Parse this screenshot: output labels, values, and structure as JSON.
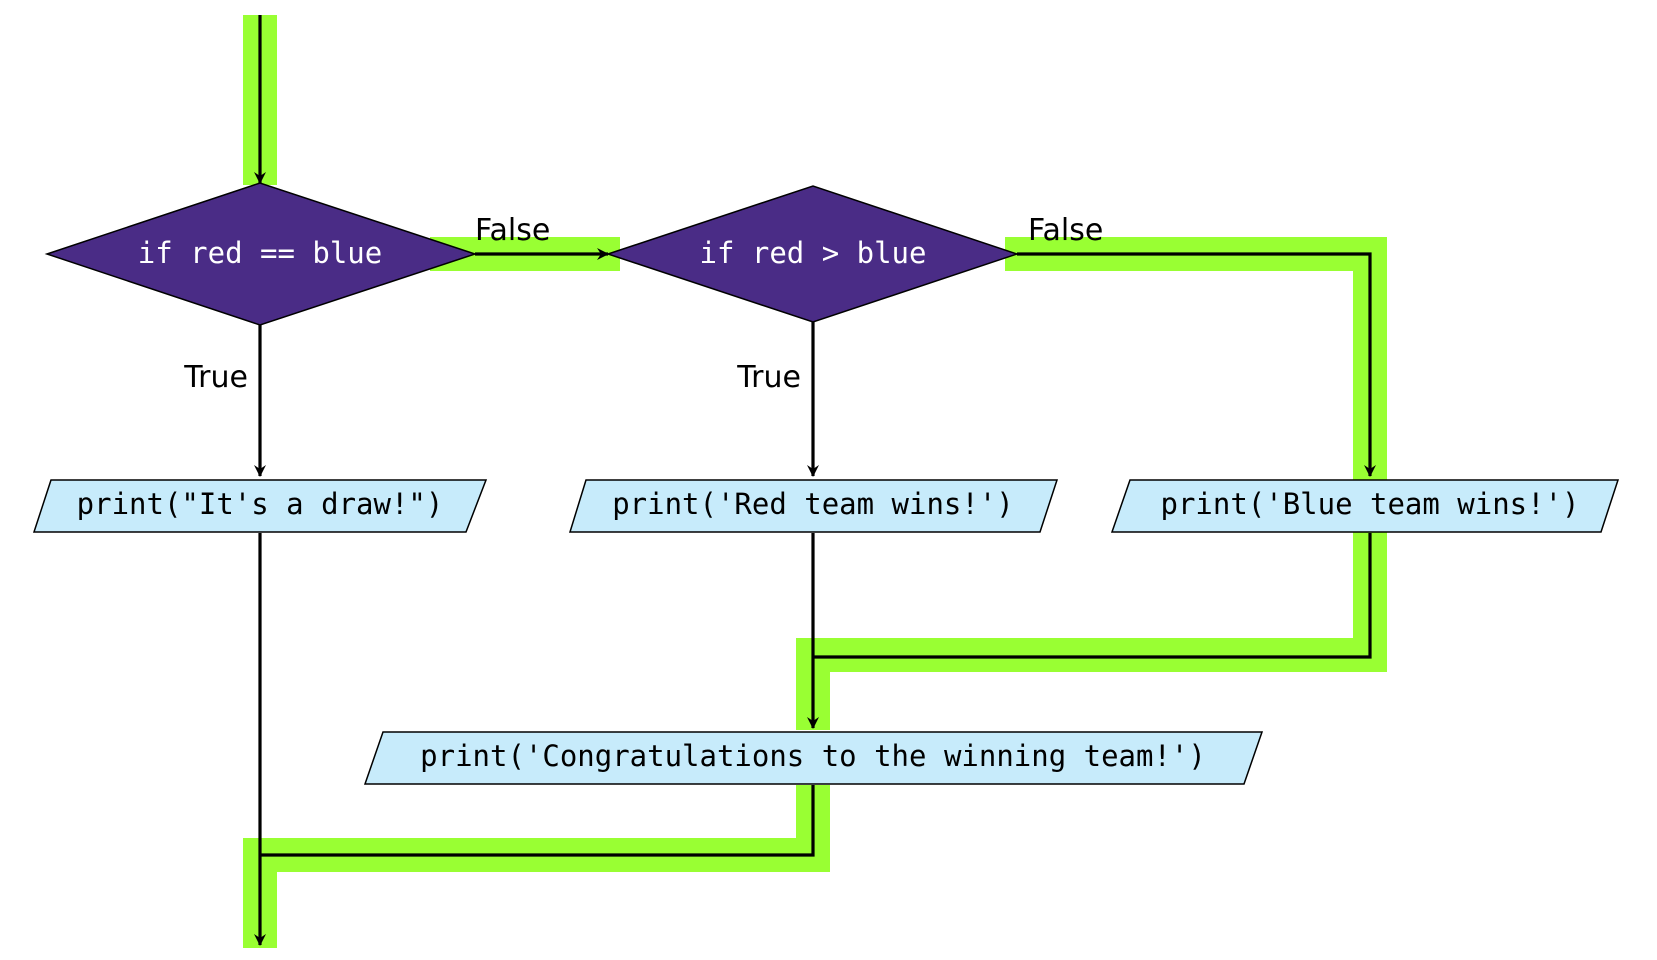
{
  "colors": {
    "highlight": "#99ff33",
    "decision_fill": "#4a2c86",
    "output_fill": "#c7ebfb",
    "line": "#000000"
  },
  "decisions": {
    "d1": "if red == blue",
    "d2": "if red > blue"
  },
  "outputs": {
    "draw": "print(\"It's a draw!\")",
    "red": "print('Red team wins!')",
    "blue": "print('Blue team wins!')",
    "congrats": "print('Congratulations to the winning team!')"
  },
  "edge_labels": {
    "d1_false": "False",
    "d1_true": "True",
    "d2_false": "False",
    "d2_true": "True"
  }
}
